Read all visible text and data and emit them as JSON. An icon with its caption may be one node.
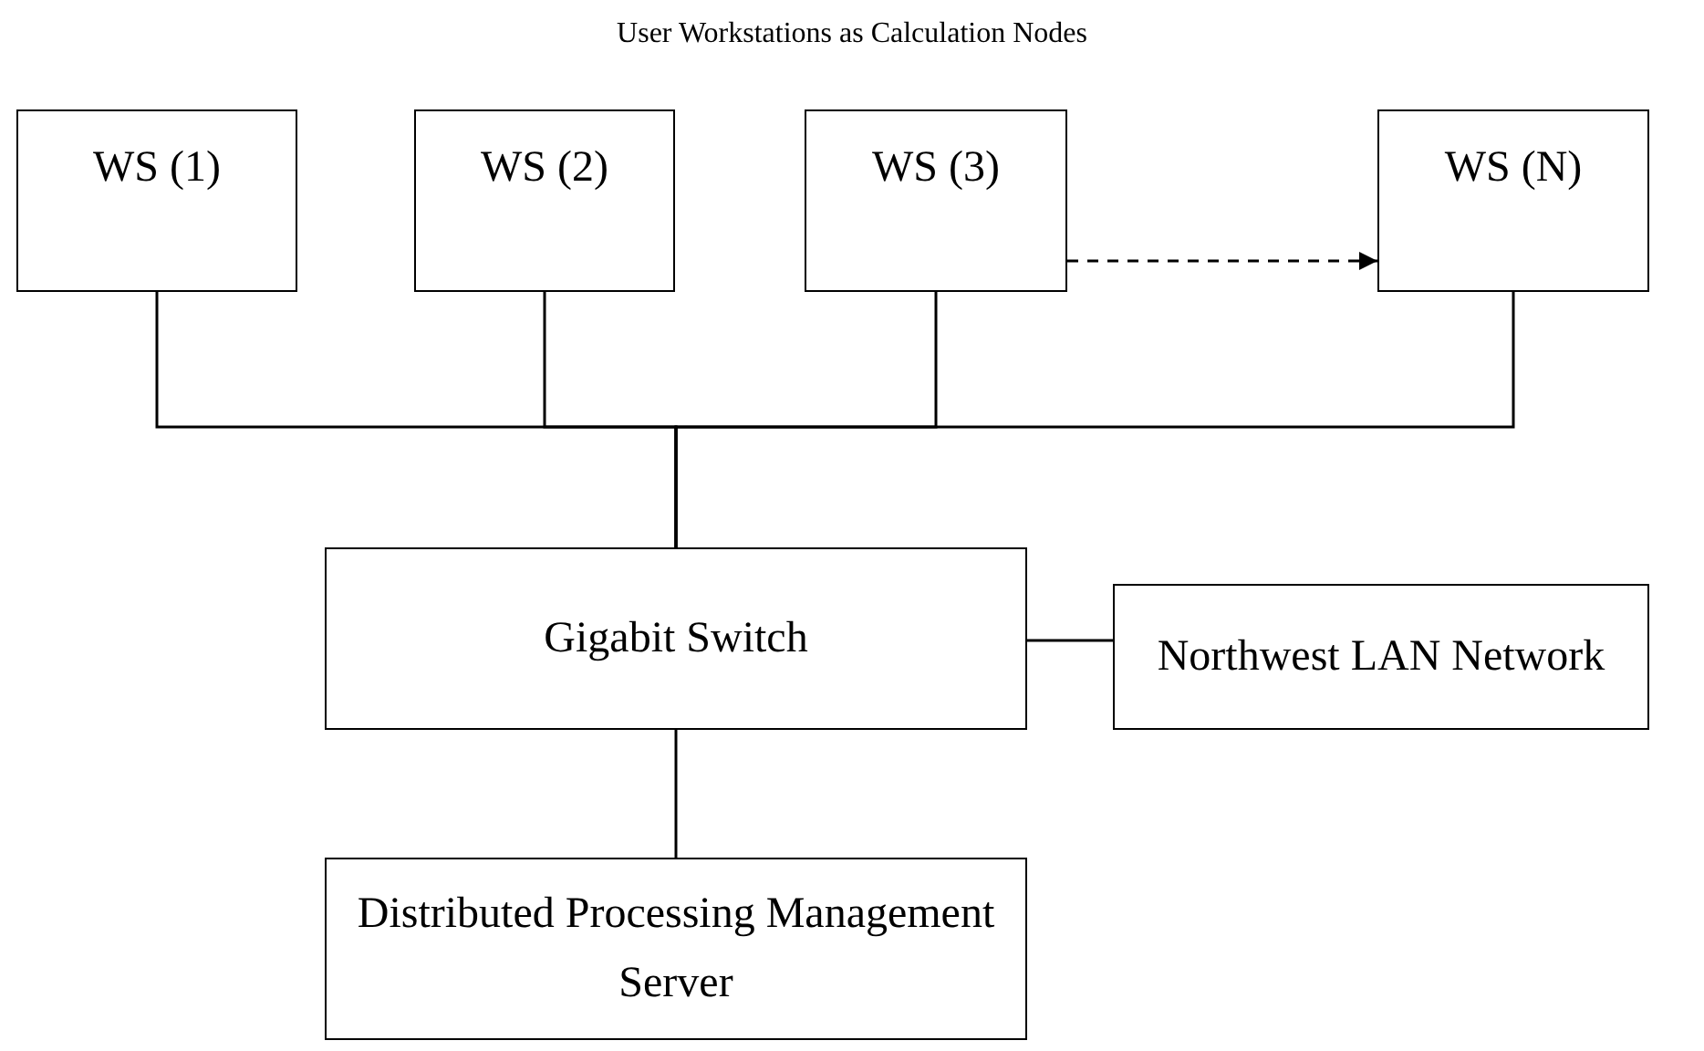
{
  "diagram": {
    "title": "User Workstations as Calculation Nodes",
    "nodes": [
      {
        "text": [
          "WS (1)"
        ]
      },
      {
        "text": [
          "WS (2)"
        ]
      },
      {
        "text": [
          "WS (3)"
        ]
      },
      {
        "text": [
          "WS (N)"
        ]
      },
      {
        "text": [
          "Gigabit Switch"
        ]
      },
      {
        "text": [
          "Northwest LAN Network"
        ]
      },
      {
        "text": [
          "Distributed Processing Management Server"
        ]
      }
    ],
    "edges": [
      {
        "from": 0,
        "to": 4,
        "arrow": "none"
      },
      {
        "from": 1,
        "to": 4,
        "arrow": "none"
      },
      {
        "from": 2,
        "to": 4,
        "arrow": "none"
      },
      {
        "from": 3,
        "to": 4,
        "arrow": "none"
      },
      {
        "from": 2,
        "to": 3,
        "arrow": "to",
        "style": "dashed"
      },
      {
        "from": 4,
        "to": 5,
        "arrow": "none"
      },
      {
        "from": 4,
        "to": 6,
        "arrow": "none"
      }
    ]
  }
}
